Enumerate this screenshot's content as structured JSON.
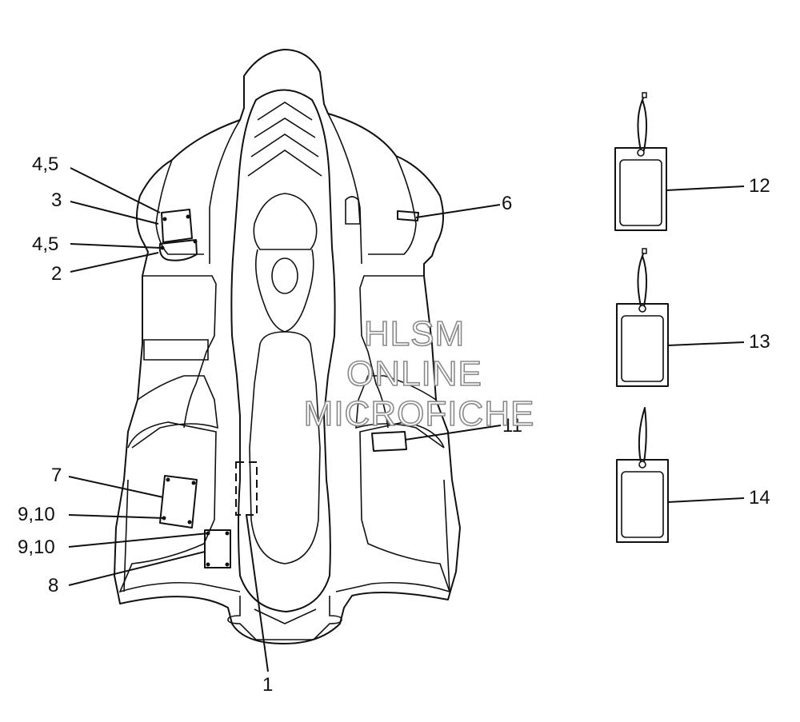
{
  "callouts": {
    "c1": "1",
    "c2": "2",
    "c3": "3",
    "c45a": "4,5",
    "c45b": "4,5",
    "c6": "6",
    "c7": "7",
    "c8": "8",
    "c910a": "9,10",
    "c910b": "9,10",
    "c11": "11",
    "c12": "12",
    "c13": "13",
    "c14": "14"
  },
  "watermark": {
    "line1": "HLSM",
    "line2": "ONLINE",
    "line3": "MICROFICHE"
  },
  "colors": {
    "line": "#111111",
    "watermark_outline": "#8a8a8a",
    "background": "#ffffff"
  }
}
